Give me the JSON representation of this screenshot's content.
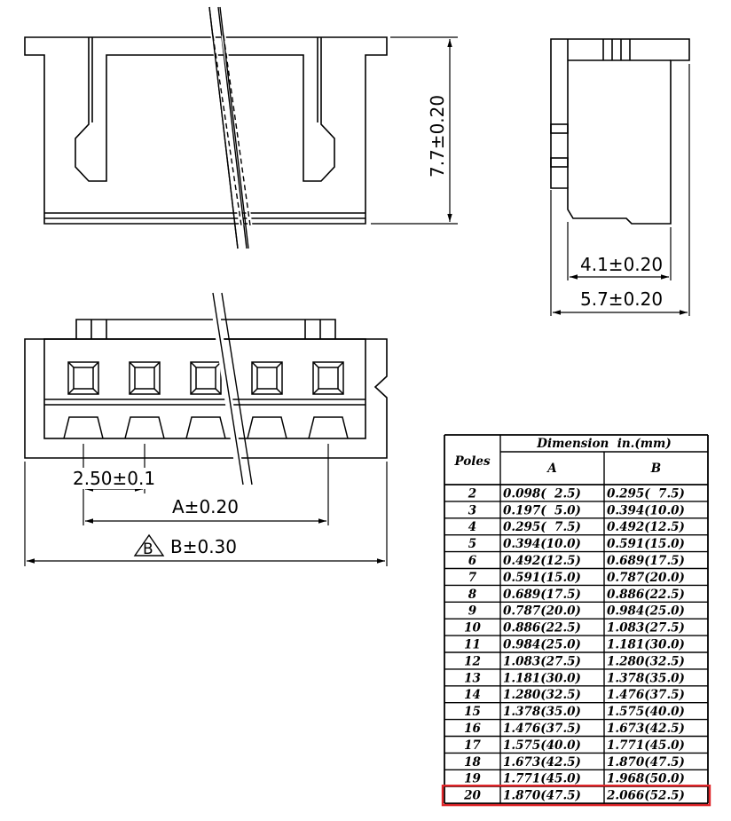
{
  "dimensions": {
    "height": "7.7±0.20",
    "depth_inner": "4.1±0.20",
    "depth_outer": "5.7±0.20",
    "pitch": "2.50±0.1",
    "dim_a": "A±0.20",
    "dim_b": "B±0.30",
    "mark_b": "B"
  },
  "table": {
    "header_poles": "Poles",
    "header_dimension": "Dimension  in.(mm)",
    "header_a": "A",
    "header_b": "B",
    "highlight_color": "#e0262a",
    "rows": [
      {
        "poles": "2",
        "a": "0.098(  2.5)",
        "b": "0.295(  7.5)"
      },
      {
        "poles": "3",
        "a": "0.197(  5.0)",
        "b": "0.394(10.0)"
      },
      {
        "poles": "4",
        "a": "0.295(  7.5)",
        "b": "0.492(12.5)"
      },
      {
        "poles": "5",
        "a": "0.394(10.0)",
        "b": "0.591(15.0)"
      },
      {
        "poles": "6",
        "a": "0.492(12.5)",
        "b": "0.689(17.5)"
      },
      {
        "poles": "7",
        "a": "0.591(15.0)",
        "b": "0.787(20.0)"
      },
      {
        "poles": "8",
        "a": "0.689(17.5)",
        "b": "0.886(22.5)"
      },
      {
        "poles": "9",
        "a": "0.787(20.0)",
        "b": "0.984(25.0)"
      },
      {
        "poles": "10",
        "a": "0.886(22.5)",
        "b": "1.083(27.5)"
      },
      {
        "poles": "11",
        "a": "0.984(25.0)",
        "b": "1.181(30.0)"
      },
      {
        "poles": "12",
        "a": "1.083(27.5)",
        "b": "1.280(32.5)"
      },
      {
        "poles": "13",
        "a": "1.181(30.0)",
        "b": "1.378(35.0)"
      },
      {
        "poles": "14",
        "a": "1.280(32.5)",
        "b": "1.476(37.5)"
      },
      {
        "poles": "15",
        "a": "1.378(35.0)",
        "b": "1.575(40.0)"
      },
      {
        "poles": "16",
        "a": "1.476(37.5)",
        "b": "1.673(42.5)"
      },
      {
        "poles": "17",
        "a": "1.575(40.0)",
        "b": "1.771(45.0)"
      },
      {
        "poles": "18",
        "a": "1.673(42.5)",
        "b": "1.870(47.5)"
      },
      {
        "poles": "19",
        "a": "1.771(45.0)",
        "b": "1.968(50.0)"
      },
      {
        "poles": "20",
        "a": "1.870(47.5)",
        "b": "2.066(52.5)",
        "highlighted": true
      }
    ]
  }
}
